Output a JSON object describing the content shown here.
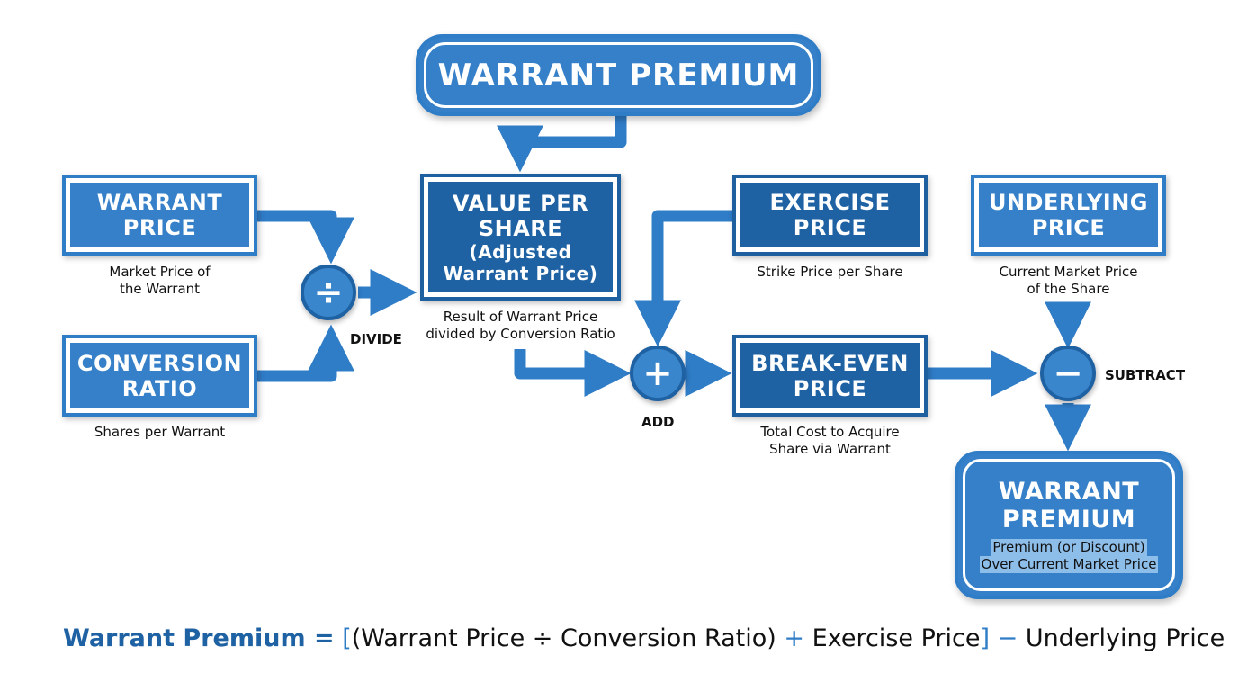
{
  "title": "WARRANT PREMIUM",
  "nodes": {
    "warrant_price": {
      "title": [
        "WARRANT",
        "PRICE"
      ],
      "caption": [
        "Market Price of",
        "the Warrant"
      ]
    },
    "conversion_ratio": {
      "title": [
        "CONVERSION",
        "RATIO"
      ],
      "caption": [
        "Shares per Warrant"
      ]
    },
    "value_per_share": {
      "title": [
        "VALUE PER",
        "SHARE",
        "(Adjusted",
        "Warrant Price)"
      ],
      "caption": [
        "Result of Warrant Price",
        "divided by Conversion Ratio"
      ]
    },
    "exercise_price": {
      "title": [
        "EXERCISE",
        "PRICE"
      ],
      "caption": [
        "Strike Price per Share"
      ]
    },
    "underlying_price": {
      "title": [
        "UNDERLYING",
        "PRICE"
      ],
      "caption": [
        "Current Market Price",
        "of the Share"
      ]
    },
    "break_even_price": {
      "title": [
        "BREAK-EVEN",
        "PRICE"
      ],
      "caption": [
        "Total Cost to Acquire",
        "Share via Warrant"
      ]
    },
    "warrant_premium": {
      "title": [
        "WARRANT",
        "PREMIUM"
      ],
      "caption": [
        "Premium (or Discount)",
        "Over Current Market Price"
      ]
    }
  },
  "operators": {
    "divide": {
      "symbol": "÷",
      "label": "DIVIDE"
    },
    "add": {
      "symbol": "+",
      "label": "ADD"
    },
    "subtract": {
      "symbol": "−",
      "label": "SUBTRACT"
    }
  },
  "formula": {
    "lead": "Warrant Premium =",
    "open_bracket": "[",
    "part1": "(Warrant Price ÷ Conversion Ratio)",
    "plus": "+",
    "part2": "Exercise Price",
    "close_bracket": "]",
    "minus": "−",
    "part3": "Underlying Price"
  },
  "colors": {
    "primary_blue": "#3580c8",
    "dark_blue": "#1f62a4",
    "arrow_blue": "#2f7cc7",
    "highlight": "#8dbde9"
  }
}
